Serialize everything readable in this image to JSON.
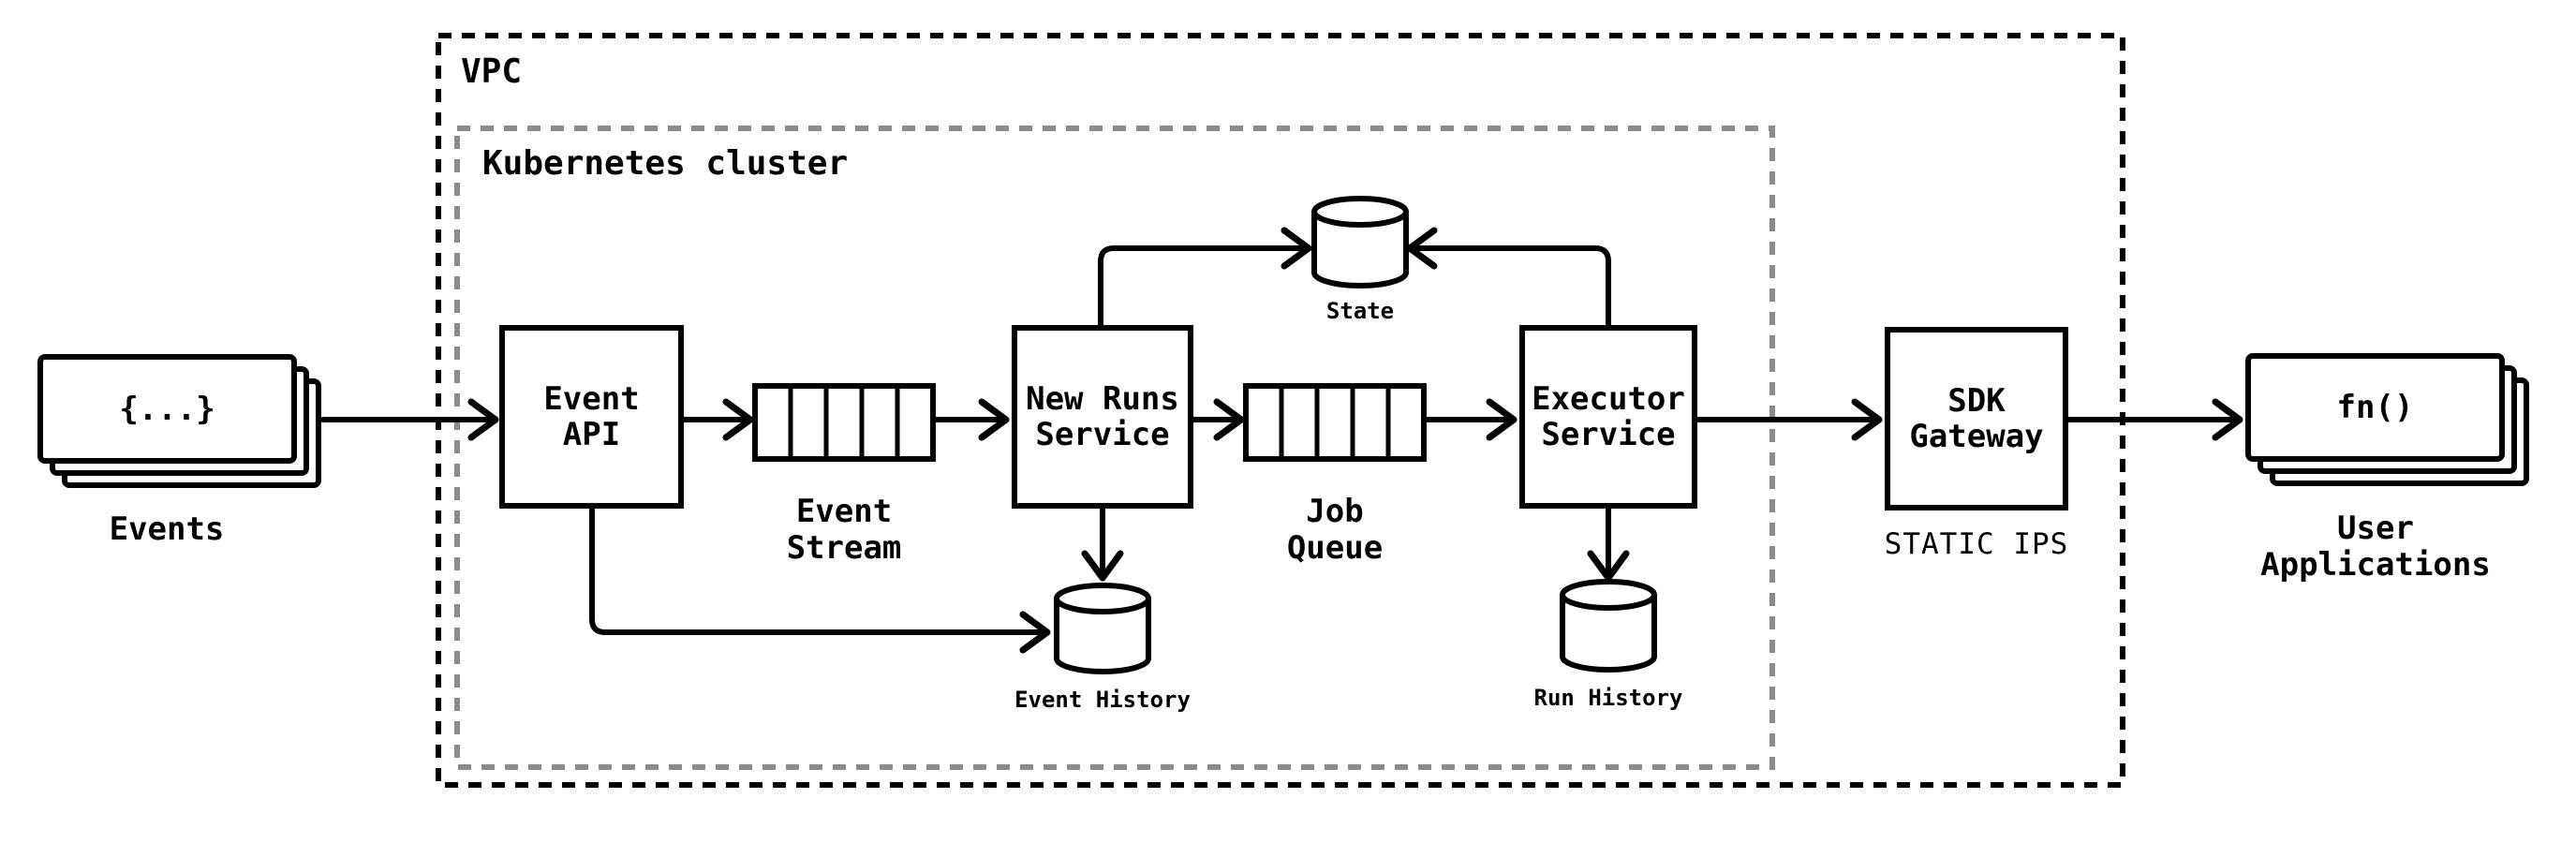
{
  "diagram": {
    "colors": {
      "line": "#000000",
      "cluster_border": "#8c8c8c",
      "background": "#ffffff"
    },
    "vpc": {
      "label": "VPC"
    },
    "kubernetes": {
      "label": "Kubernetes cluster"
    },
    "events": {
      "card_text": "{...}",
      "caption": "Events"
    },
    "event_api": {
      "line1": "Event",
      "line2": "API"
    },
    "event_stream": {
      "caption_line1": "Event",
      "caption_line2": "Stream"
    },
    "new_runs_service": {
      "line1": "New Runs",
      "line2": "Service"
    },
    "state_db": {
      "label": "State"
    },
    "job_queue": {
      "caption_line1": "Job",
      "caption_line2": "Queue"
    },
    "executor_service": {
      "line1": "Executor",
      "line2": "Service"
    },
    "event_history_db": {
      "label": "Event History"
    },
    "run_history_db": {
      "label": "Run History"
    },
    "sdk_gateway": {
      "line1": "SDK",
      "line2": "Gateway",
      "sublabel": "STATIC IPS"
    },
    "user_applications": {
      "card_text": "fn()",
      "caption_line1": "User",
      "caption_line2": "Applications"
    }
  }
}
